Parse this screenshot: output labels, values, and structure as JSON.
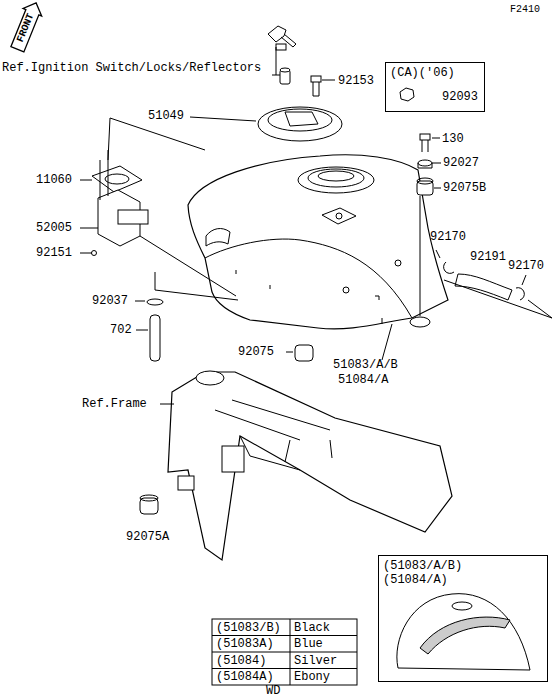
{
  "diagram": {
    "nodes": [
      {
        "text": [
          "(CA)('06)",
          "92093"
        ]
      },
      {
        "text": [
          "(51083/A/B)",
          "(51084/A)"
        ]
      }
    ],
    "labels": [
      "F2410",
      "FRONT",
      "Ref.Ignition Switch/Locks/Reflectors",
      "92153",
      "51049",
      "130",
      "92027",
      "92075B",
      "11060",
      "52005",
      "92151",
      "92170",
      "92191",
      "92170",
      "92037",
      "702",
      "92075",
      "51083/A/B",
      "51084/A",
      "Ref.Frame",
      "92075A",
      "(51083/B)",
      "Black",
      "(51083A)",
      "Blue",
      "(51084)",
      "Silver",
      "(51084A)",
      "Ebony",
      "WD"
    ]
  }
}
